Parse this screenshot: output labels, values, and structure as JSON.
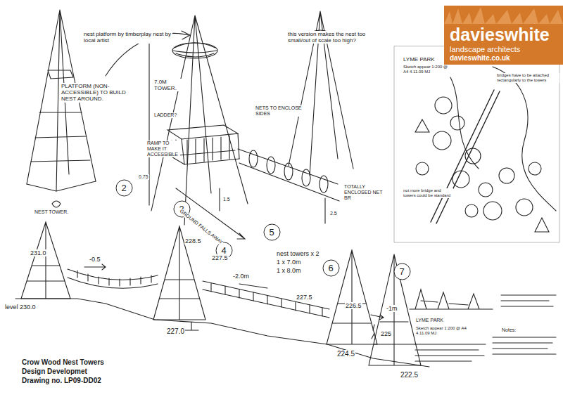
{
  "diagram": {
    "title": "Crow Wood Nest Towers",
    "nodes": [
      {
        "text": [
          "davieswhite",
          "landscape architects",
          "davieswhite.co.uk"
        ]
      },
      {
        "text": [
          "2"
        ]
      },
      {
        "text": [
          "3"
        ]
      },
      {
        "text": [
          "5"
        ]
      },
      {
        "text": [
          "4"
        ]
      },
      {
        "text": [
          "6"
        ]
      },
      {
        "text": [
          "7"
        ]
      }
    ],
    "labels": [
      "nest platform by timberplay nest by local artist",
      "PLATFORM (NON-ACCESSIBLE) TO BUILD NEST AROUND.",
      "NEST TOWER.",
      "7.0M TOWER.",
      "LADDER?",
      "RAMP TO MAKE IT ACCESSIBLE",
      "NETS TO ENCLOSE SIDES",
      "0.75",
      "TOTALLY ENCLOSED NET BR",
      "1.5",
      "2.5",
      "GROUND FALLS AWAY",
      "this version makes the nest too small/out of scale too high?",
      "231.0",
      "-0.5",
      "228.5",
      "227.5",
      "-2.0m",
      "227.5",
      "226.5",
      "-1m",
      "225",
      "level 230.0",
      "227.0",
      "224.5",
      "222.5",
      "nest towers x 2",
      "1 x 7.0m",
      "1 x 8.0m",
      "Design Developmet",
      "Drawing no. LP09-DD02",
      "LYME PARK",
      "Sketch appear 1:200 @ A4 4.11.09 MJ",
      "bridges have to be attached rectangularly to the towers",
      "not more bridge and towers could be standard",
      "LYME PARK",
      "Sketch appear 1:200 @ A4 4.11.09 MJ",
      "Notes:"
    ]
  }
}
